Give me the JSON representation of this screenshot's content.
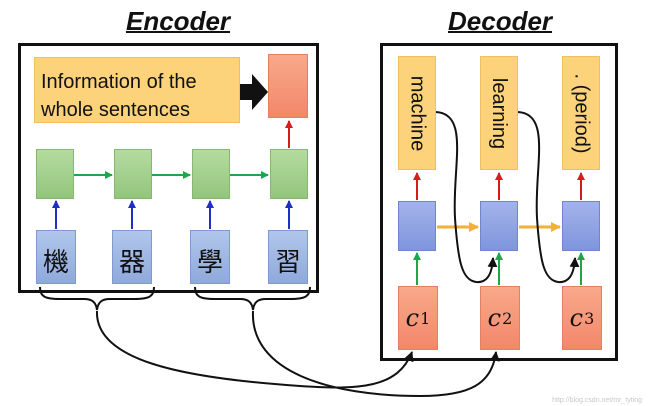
{
  "titles": {
    "encoder": "Encoder",
    "decoder": "Decoder"
  },
  "info_box": {
    "line1": "Information of the",
    "line2": "whole sentences"
  },
  "input_chars": [
    "機",
    "器",
    "學",
    "習"
  ],
  "output_words": [
    "machine",
    "learning",
    ". (period)"
  ],
  "contexts": [
    {
      "base": "c",
      "sup": "1"
    },
    {
      "base": "c",
      "sup": "2"
    },
    {
      "base": "c",
      "sup": "3"
    }
  ],
  "watermark": "http://blog.csdn.net/mr_tyting",
  "colors": {
    "orange": "#fcd27a",
    "salmon": "#f3876a",
    "green": "#93c67c",
    "blue": "#8fa9dc",
    "purple": "#7f95dc",
    "arrow_green": "#1fa64a",
    "arrow_blue": "#1f2fbf",
    "arrow_red": "#d81c1c",
    "arrow_orange": "#f2b035"
  }
}
